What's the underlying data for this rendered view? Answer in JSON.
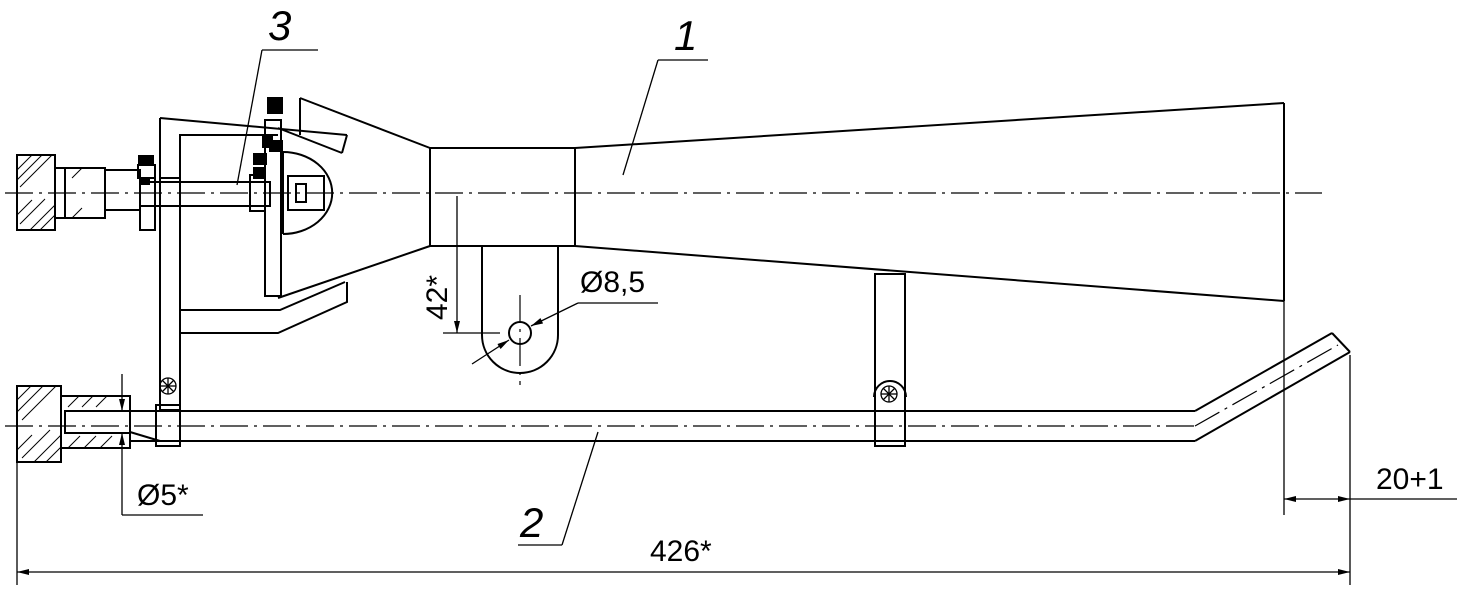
{
  "callouts": {
    "part1": "1",
    "part2": "2",
    "part3": "3"
  },
  "dimensions": {
    "overall_length": "426*",
    "tube_diameter": "Ø5*",
    "hole_diameter": "Ø8,5",
    "vertical_offset": "42*",
    "end_offset": "20+1"
  }
}
